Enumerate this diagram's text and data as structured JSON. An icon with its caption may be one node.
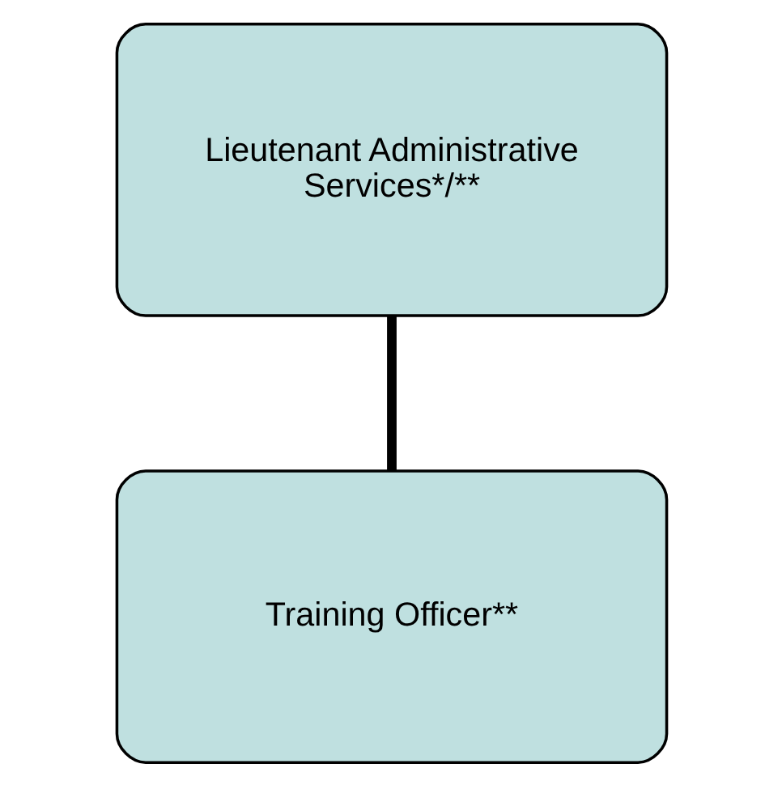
{
  "diagram": {
    "nodes": [
      {
        "text": [
          "Lieutenant Administrative Services*/**"
        ]
      },
      {
        "text": [
          "Training Officer**"
        ]
      }
    ],
    "edges": [
      {
        "from": 0,
        "to": 1,
        "arrow": "none"
      }
    ]
  }
}
